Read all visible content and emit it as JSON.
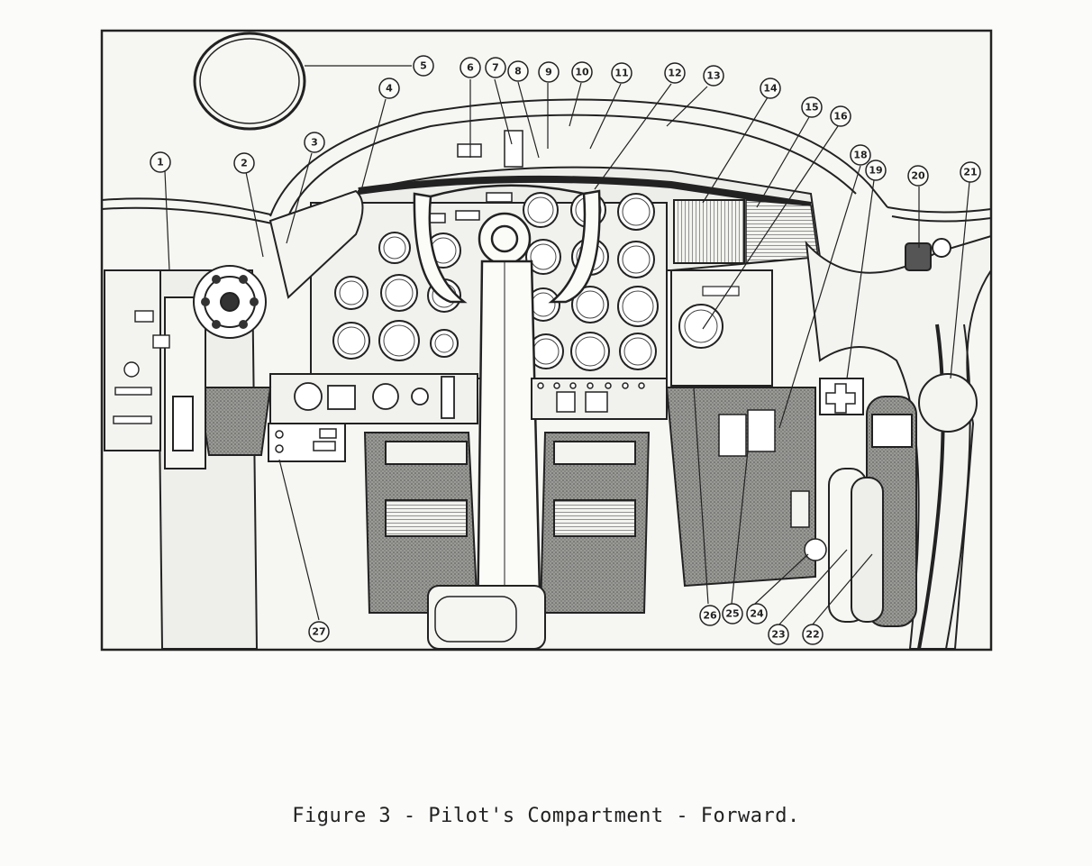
{
  "caption": "Figure 3 - Pilot's Compartment - Forward.",
  "callouts": [
    "1",
    "2",
    "3",
    "4",
    "5",
    "6",
    "7",
    "8",
    "9",
    "10",
    "11",
    "12",
    "13",
    "14",
    "15",
    "16",
    "18",
    "19",
    "20",
    "21",
    "22",
    "23",
    "24",
    "25",
    "26",
    "27"
  ]
}
